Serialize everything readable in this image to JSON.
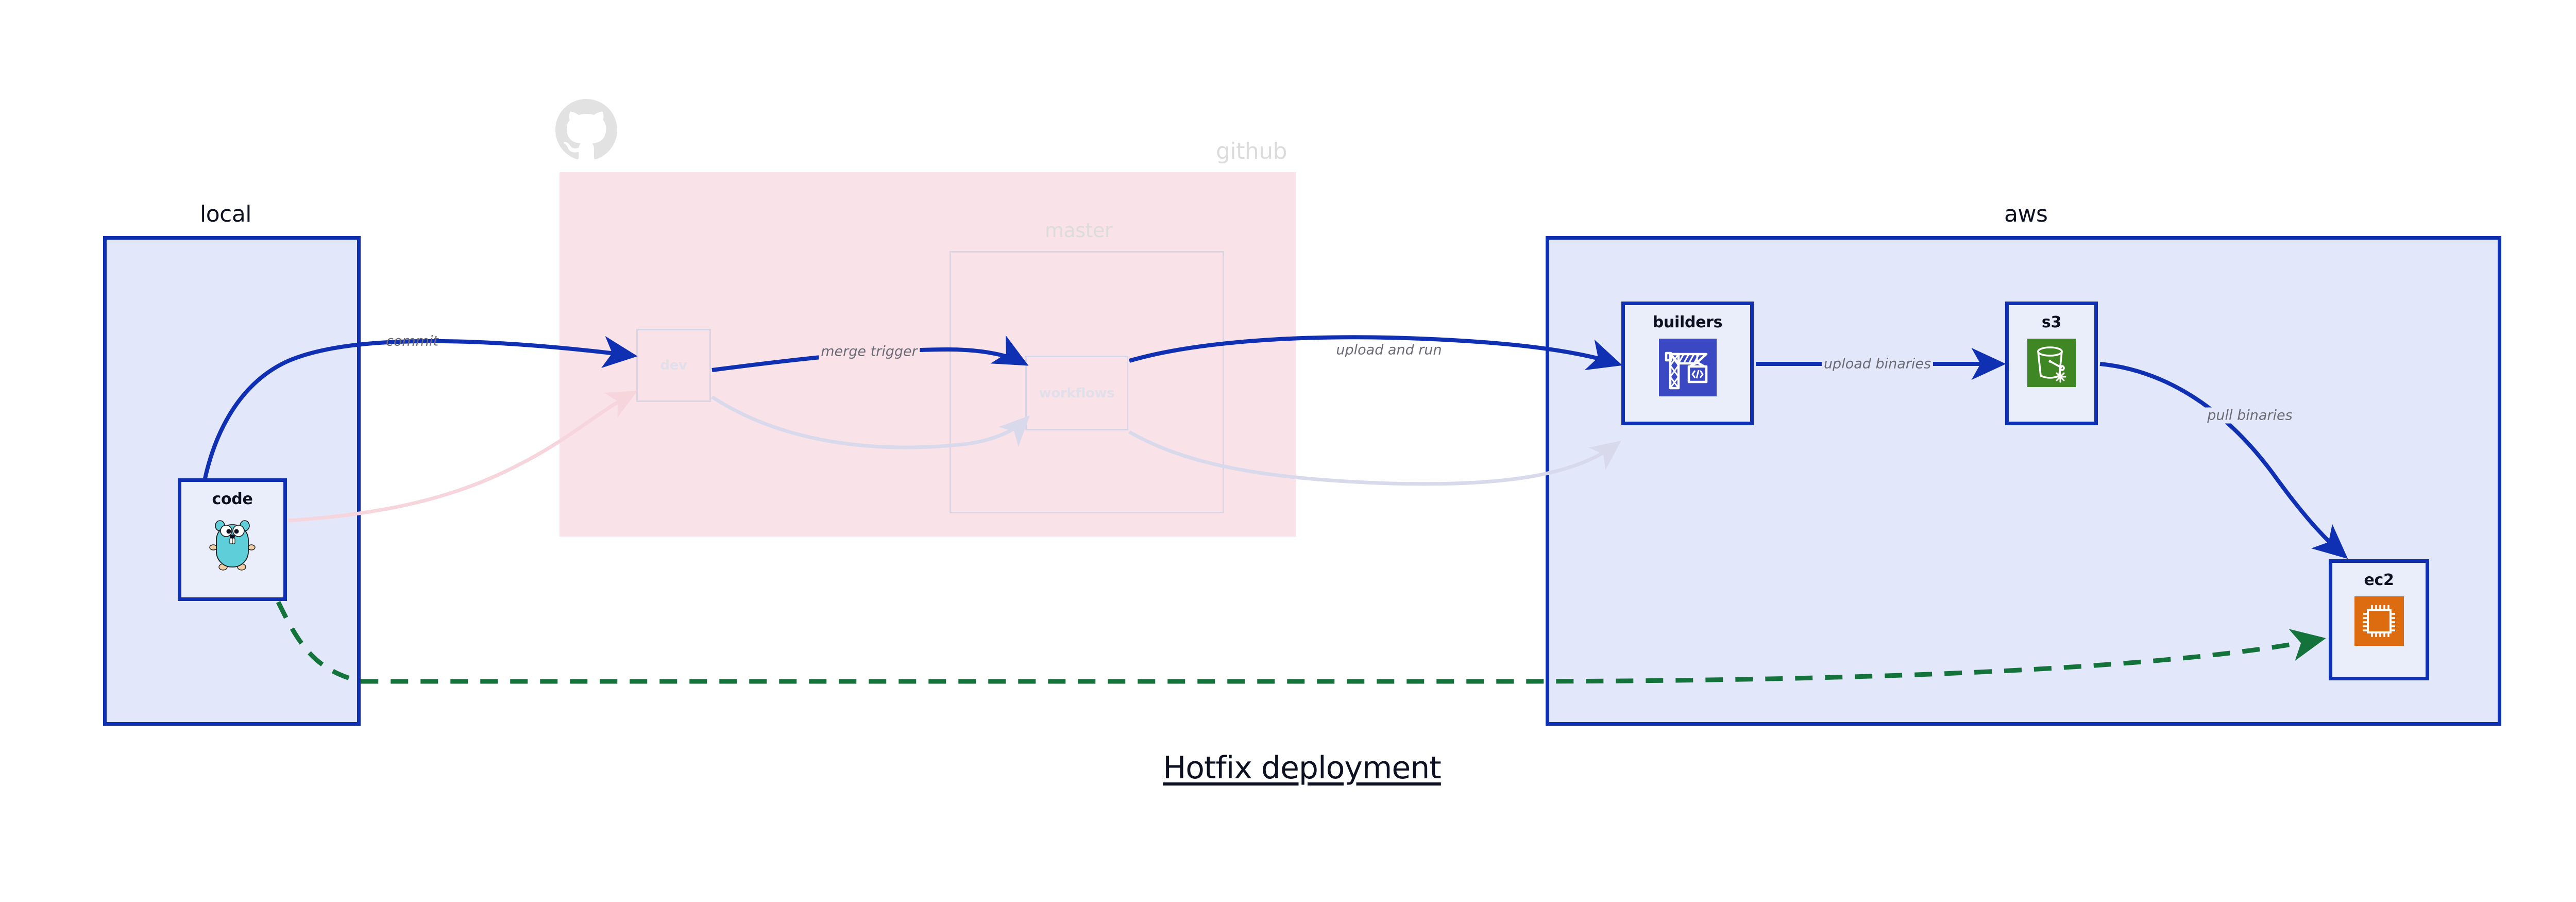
{
  "diagram": {
    "title": "Hotfix deployment",
    "colors": {
      "cluster_border": "#1030b4",
      "cluster_fill": "#e3e7fa",
      "github_fill": "#f9e3e8",
      "edge_active": "#1030b4",
      "edge_faded": "#d9d9ec",
      "edge_dashed": "#14733a",
      "label_text": "#6b6b75",
      "faded_text": "#dcdcdc",
      "codebuild_icon": "#3a48c4",
      "s3_icon": "#3f8624",
      "ec2_icon": "#dd6b10",
      "gopher": "#5ecfd8"
    }
  },
  "clusters": [
    {
      "id": "local",
      "label": "local",
      "state": "active"
    },
    {
      "id": "github",
      "label": "github",
      "state": "faded",
      "logo_icon": "github-octocat-icon",
      "subgroup": {
        "id": "master",
        "label": "master"
      }
    },
    {
      "id": "aws",
      "label": "aws",
      "state": "active"
    }
  ],
  "nodes": [
    {
      "id": "code",
      "label": "code",
      "icon": "go-gopher-icon",
      "state": "active",
      "cluster": "local"
    },
    {
      "id": "dev",
      "label": "dev",
      "icon": "none",
      "state": "faded",
      "cluster": "github"
    },
    {
      "id": "workflows",
      "label": "workflows",
      "icon": "none",
      "state": "faded",
      "cluster": "master"
    },
    {
      "id": "builders",
      "label": "builders",
      "icon": "aws-codebuild-icon",
      "state": "active",
      "cluster": "aws"
    },
    {
      "id": "s3",
      "label": "s3",
      "icon": "aws-s3-bucket-icon",
      "state": "active",
      "cluster": "aws"
    },
    {
      "id": "ec2",
      "label": "ec2",
      "icon": "aws-ec2-chip-icon",
      "state": "active",
      "cluster": "aws"
    }
  ],
  "edges": [
    {
      "id": "commit",
      "from": "code",
      "to": "dev",
      "label": "commit",
      "style": "solid",
      "state": "active"
    },
    {
      "id": "merge-trigger",
      "from": "dev",
      "to": "workflows",
      "label": "merge trigger",
      "style": "solid",
      "state": "active"
    },
    {
      "id": "upload-and-run",
      "from": "workflows",
      "to": "builders",
      "label": "upload and run",
      "style": "solid",
      "state": "active"
    },
    {
      "id": "upload-binaries",
      "from": "builders",
      "to": "s3",
      "label": "upload binaries",
      "style": "solid",
      "state": "active"
    },
    {
      "id": "pull-binaries",
      "from": "s3",
      "to": "ec2",
      "label": "pull binaries",
      "style": "solid",
      "state": "active"
    },
    {
      "id": "hotfix-direct",
      "from": "code",
      "to": "ec2",
      "label": "",
      "style": "dashed",
      "state": "active"
    },
    {
      "id": "faded-code-dev",
      "from": "code",
      "to": "dev",
      "label": "",
      "style": "solid",
      "state": "faded"
    },
    {
      "id": "faded-dev-wf",
      "from": "dev",
      "to": "workflows",
      "label": "",
      "style": "solid",
      "state": "faded"
    },
    {
      "id": "faded-wf-build",
      "from": "workflows",
      "to": "builders",
      "label": "",
      "style": "solid",
      "state": "faded"
    }
  ]
}
